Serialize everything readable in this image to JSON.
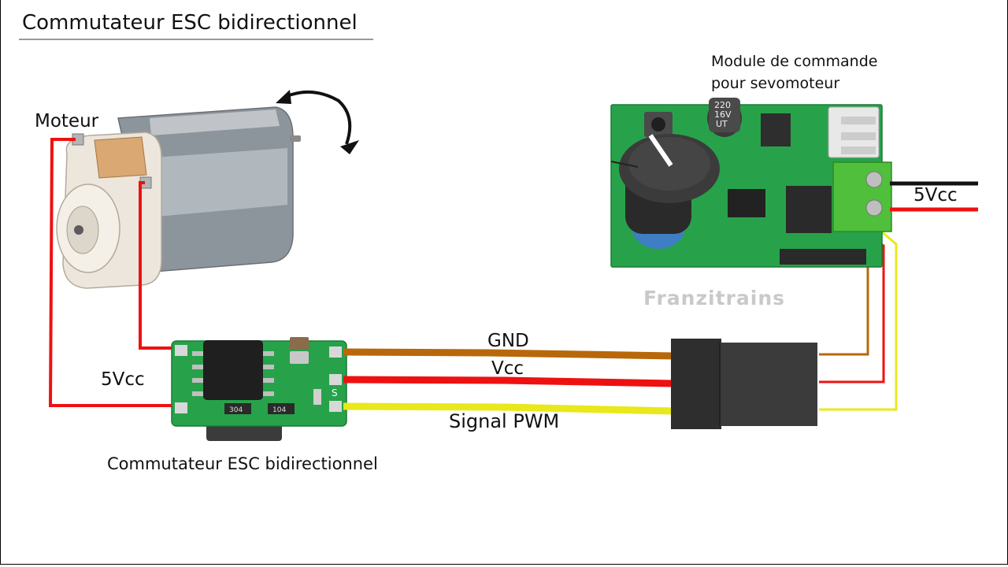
{
  "title": "Commutateur ESC bidirectionnel",
  "labels": {
    "motor": "Moteur",
    "supply_left": "5Vcc",
    "esc": "Commutateur ESC bidirectionnel",
    "gnd": "GND",
    "vcc": "Vcc",
    "signal": "Signal PWM",
    "servo_module": "Module de commande pour sevomoteur",
    "supply_right": "5Vcc",
    "watermark": "Franzitrains"
  },
  "chip_markings": {
    "capacitor": "220\n16V\nUT",
    "resistor_1": "304",
    "resistor_2": "104",
    "pin_s": "S"
  },
  "colors": {
    "gnd_wire": "#b8680a",
    "vcc_wire": "#ee1111",
    "signal_wire": "#e8e81a",
    "pcb": "#27a24a",
    "connector": "#2a2a2a"
  }
}
